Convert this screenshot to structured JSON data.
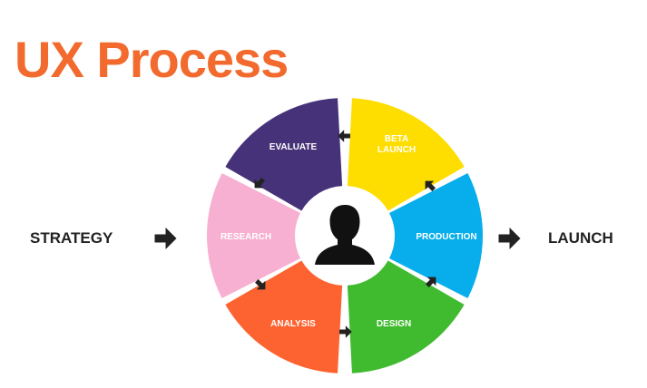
{
  "title": "UX Process",
  "left_label": "STRATEGY",
  "right_label": "LAUNCH",
  "center_icon": "person-icon",
  "segments": [
    {
      "key": "evaluate",
      "lines": [
        "EVALUATE"
      ],
      "color": "#463278"
    },
    {
      "key": "beta-launch",
      "lines": [
        "BETA",
        "LAUNCH"
      ],
      "color": "#fedd00"
    },
    {
      "key": "production",
      "lines": [
        "PRODUCTION"
      ],
      "color": "#08aeeb"
    },
    {
      "key": "design",
      "lines": [
        "DESIGN"
      ],
      "color": "#40bb2f"
    },
    {
      "key": "analysis",
      "lines": [
        "ANALYSIS"
      ],
      "color": "#fd6331"
    },
    {
      "key": "research",
      "lines": [
        "RESEARCH"
      ],
      "color": "#f7b0d1"
    }
  ],
  "arrow_color": "#222222"
}
